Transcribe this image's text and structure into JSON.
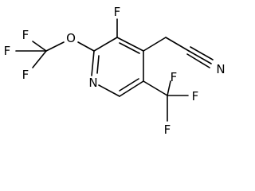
{
  "atoms": {
    "f_cf3_top": "F",
    "f_cf3_left": "F",
    "f_cf3_bottom": "F",
    "o_ether": "O",
    "f_ring": "F",
    "n_ring": "N",
    "n_nitrile": "N",
    "f_tf_right": "F",
    "f_tf_left": "F",
    "f_tf_bottom": "F"
  }
}
